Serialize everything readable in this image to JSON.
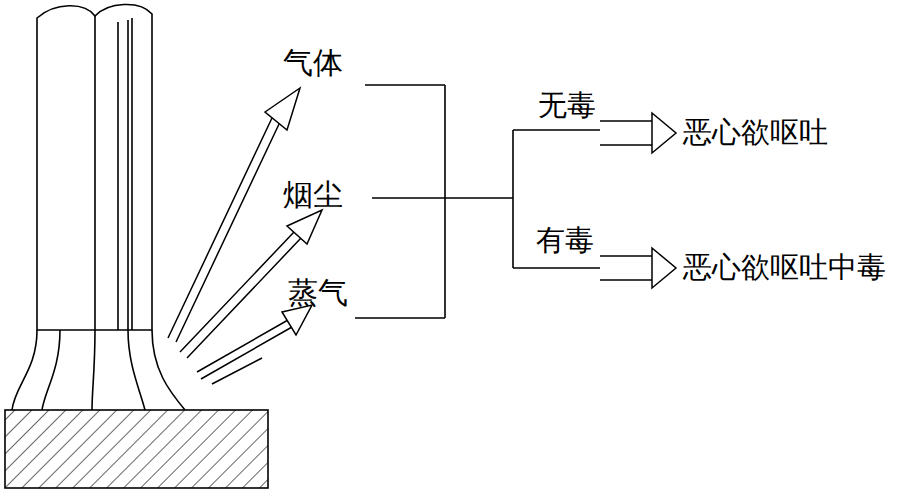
{
  "diagram": {
    "labels": [
      "气体",
      "烟尘",
      "蒸气",
      "无毒",
      "有毒",
      "恶心欲呕吐",
      "恶心欲呕吐中毒"
    ]
  }
}
